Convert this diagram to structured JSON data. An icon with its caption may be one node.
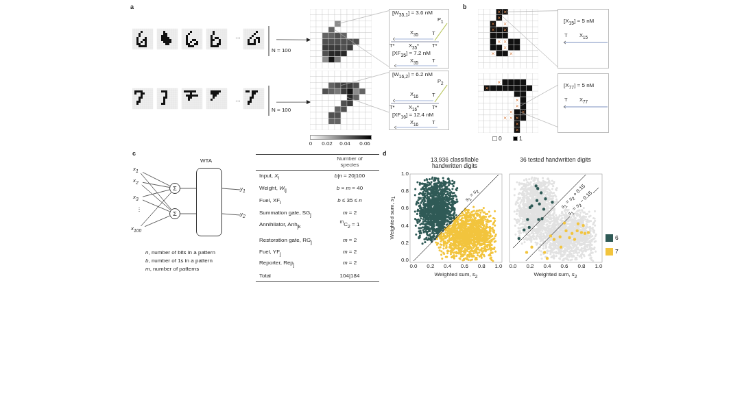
{
  "diagram": {
    "nodes": [
      {
        "text": [],
        "shape": "picture",
        "beside": [
          "N = 100"
        ]
      },
      {
        "text": [],
        "shape": "picture"
      },
      {
        "text": [
          "[W$_{35,1}$] = 3.6 nM",
          "X$_{35}$",
          "T",
          "P$_{1}$",
          "T*",
          "X$_{35}$*",
          "T*",
          "[XF$_{35}$] = 7.2 nM",
          "X$_{35}$",
          "T"
        ]
      },
      {
        "text": [],
        "shape": "picture",
        "beside": [
          "N = 100"
        ]
      },
      {
        "text": [],
        "shape": "picture"
      },
      {
        "text": [
          "[W$_{16,2}$] = 6.2 nM",
          "X$_{16}$",
          "T",
          "P$_{2}$",
          "T*",
          "X$_{16}$*",
          "T*",
          "[XF$_{16}$] = 12.4 nM",
          "X$_{16}$",
          "T"
        ]
      },
      {
        "text": [],
        "shape": "picture"
      },
      {
        "text": [
          "[X$_{15}$] = 5 nM",
          "T",
          "X$_{15}$"
        ]
      },
      {
        "text": [],
        "shape": "picture"
      },
      {
        "text": [
          "[X$_{77}$] = 5 nM",
          "T",
          "X$_{77}$"
        ]
      },
      {
        "text": [
          "x$_{1}$"
        ]
      },
      {
        "text": [
          "x$_{2}$"
        ]
      },
      {
        "text": [
          "x$_{3}$"
        ]
      },
      {
        "text": [
          "x$_{100}$"
        ]
      },
      {
        "text": [
          "Σ"
        ]
      },
      {
        "text": [
          "Σ"
        ]
      },
      {
        "text": [
          "WTA"
        ]
      },
      {
        "text": [
          "y$_{1}$"
        ]
      },
      {
        "text": [
          "y$_{2}$"
        ]
      }
    ],
    "edges": [
      {
        "from": 0,
        "to": 1,
        "arrow": "to"
      },
      {
        "from": 1,
        "to": 2,
        "arrow": "none",
        "color": "#aaaaaa"
      },
      {
        "from": 1,
        "to": 2,
        "arrow": "none",
        "color": "#aaaaaa"
      },
      {
        "from": 3,
        "to": 4,
        "arrow": "to"
      },
      {
        "from": 4,
        "to": 5,
        "arrow": "none",
        "color": "#aaaaaa"
      },
      {
        "from": 4,
        "to": 5,
        "arrow": "none",
        "color": "#aaaaaa"
      },
      {
        "from": 6,
        "to": 7,
        "arrow": "none",
        "color": "#aaaaaa"
      },
      {
        "from": 6,
        "to": 7,
        "arrow": "none",
        "color": "#aaaaaa"
      },
      {
        "from": 8,
        "to": 9,
        "arrow": "none",
        "color": "#aaaaaa"
      },
      {
        "from": 8,
        "to": 9,
        "arrow": "none",
        "color": "#aaaaaa"
      },
      {
        "from": 10,
        "to": 14,
        "arrow": "none"
      },
      {
        "from": 10,
        "to": 15,
        "arrow": "none"
      },
      {
        "from": 11,
        "to": 14,
        "arrow": "none"
      },
      {
        "from": 11,
        "to": 15,
        "arrow": "none"
      },
      {
        "from": 12,
        "to": 14,
        "arrow": "none"
      },
      {
        "from": 12,
        "to": 15,
        "arrow": "none"
      },
      {
        "from": 13,
        "to": 14,
        "arrow": "none"
      },
      {
        "from": 13,
        "to": 15,
        "arrow": "none"
      },
      {
        "from": 14,
        "to": 16,
        "arrow": "none"
      },
      {
        "from": 15,
        "to": 16,
        "arrow": "none"
      },
      {
        "from": 16,
        "to": 17,
        "arrow": "none"
      },
      {
        "from": 16,
        "to": 18,
        "arrow": "none"
      }
    ],
    "labels": [
      "a",
      "···",
      "···",
      "0",
      "0.02",
      "0.04",
      "0.06",
      "b",
      "c",
      "⋮",
      "*n*, number of bits in a pattern",
      "*b*, number of 1s in a pattern",
      "*m*, number of patterns",
      "Number of species",
      "Input, *X*$_{i}$",
      "*b*|*n* = 20|100",
      "Weight, *W*$_{ij}$",
      "*b* × *m* = 40",
      "Fuel, XF$_{i}$",
      "*b* ≤ 35 ≤ *n*",
      "Summation gate, SG$_{j}$",
      "*m* = 2",
      "Annihilator, Anh$_{jk}$",
      "$^{m}$C$_{2}$ = 1",
      "Restoration gate, RG$_{j}$",
      "*m* = 2",
      "Fuel, YF$_{j}$",
      "*m* = 2",
      "Reporter, Rep$_{j}$",
      "*m* = 2",
      "Total",
      "104|184",
      "d",
      "13,936 classifiable handwritten digits",
      "36 tested handwritten digits",
      "Weighted sum, *s*$_{1}$",
      "*s*$_{1}$ = *s*$_{2}$",
      "*s*$_{1}$ = *s*$_{2}$ + 0.15",
      "*s*$_{1}$ = *s*$_{2}$ − 0.15",
      "1.0",
      "0.8",
      "0.6",
      "0.4",
      "0.2",
      "0.0",
      "0.0",
      "0.2",
      "0.4",
      "0.6",
      "0.8",
      "1.0",
      "0.0",
      "0.2",
      "0.4",
      "0.6",
      "0.8",
      "1.0",
      "Weighted sum, *s*$_{2}$",
      "Weighted sum, *s*$_{2}$"
    ],
    "legend": [
      {
        "text": "0",
        "color": "#ffffff"
      },
      {
        "text": "1",
        "color": "#000000"
      },
      {
        "text": "6",
        "color": "#2f5a56"
      },
      {
        "text": "7",
        "color": "#f2c43d"
      }
    ]
  }
}
